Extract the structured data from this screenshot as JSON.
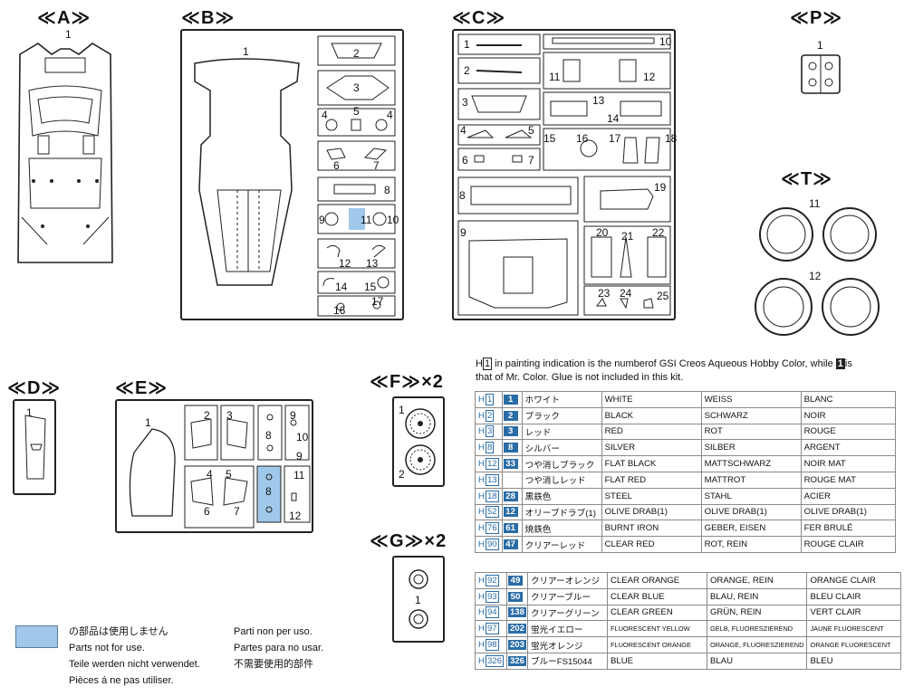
{
  "sprues": {
    "a": {
      "label": "≪A≫",
      "parts": [
        "1"
      ]
    },
    "b": {
      "label": "≪B≫",
      "parts": [
        "1",
        "2",
        "3",
        "4",
        "5",
        "4",
        "6",
        "7",
        "8",
        "9",
        "11",
        "10",
        "12",
        "13",
        "14",
        "15",
        "16",
        "17"
      ]
    },
    "c": {
      "label": "≪C≫",
      "parts": [
        "1",
        "10",
        "2",
        "11",
        "12",
        "3",
        "13",
        "14",
        "4",
        "5",
        "15",
        "16",
        "17",
        "18",
        "6",
        "7",
        "19",
        "8",
        "9",
        "20",
        "21",
        "22",
        "23",
        "24",
        "25"
      ]
    },
    "p": {
      "label": "≪P≫",
      "parts": [
        "1"
      ]
    },
    "t": {
      "label": "≪T≫",
      "parts": [
        "11",
        "12"
      ]
    },
    "d": {
      "label": "≪D≫",
      "parts": [
        "1"
      ]
    },
    "e": {
      "label": "≪E≫",
      "parts": [
        "1",
        "2",
        "3",
        "9",
        "8",
        "10",
        "9",
        "4",
        "5",
        "8",
        "11",
        "6",
        "7",
        "12"
      ]
    },
    "f": {
      "label": "≪F≫×2",
      "parts": [
        "1",
        "2"
      ]
    },
    "g": {
      "label": "≪G≫×2",
      "parts": [
        "1"
      ]
    }
  },
  "color_note": {
    "line1_pre": "H",
    "line1_box": "1",
    "line1_mid": " in painting indication is the numberof GSI Creos Aqueous Hobby Color, while ",
    "line1_box2": "1",
    "line1_post": "is",
    "line2": "that of  Mr. Color. Glue is not included in this kit."
  },
  "color_table_1": [
    {
      "h": "1",
      "m": "1",
      "jp": "ホワイト",
      "en": "WHITE",
      "de": "WEISS",
      "fr": "BLANC"
    },
    {
      "h": "2",
      "m": "2",
      "jp": "ブラック",
      "en": "BLACK",
      "de": "SCHWARZ",
      "fr": "NOIR"
    },
    {
      "h": "3",
      "m": "3",
      "jp": "レッド",
      "en": "RED",
      "de": "ROT",
      "fr": "ROUGE"
    },
    {
      "h": "8",
      "m": "8",
      "jp": "シルバー",
      "en": "SILVER",
      "de": "SILBER",
      "fr": "ARGENT"
    },
    {
      "h": "12",
      "m": "33",
      "jp": "つや消しブラック",
      "en": "FLAT BLACK",
      "de": "MATTSCHWARZ",
      "fr": "NOIR MAT"
    },
    {
      "h": "13",
      "m": "",
      "jp": "つや消しレッド",
      "en": "FLAT RED",
      "de": "MATTROT",
      "fr": "ROUGE MAT"
    },
    {
      "h": "18",
      "m": "28",
      "jp": "黒鉄色",
      "en": "STEEL",
      "de": "STAHL",
      "fr": "ACIER"
    },
    {
      "h": "52",
      "m": "12",
      "jp": "オリーブドラブ(1)",
      "en": "OLIVE DRAB(1)",
      "de": "OLIVE DRAB(1)",
      "fr": "OLIVE DRAB(1)"
    },
    {
      "h": "76",
      "m": "61",
      "jp": "焼鉄色",
      "en": "BURNT IRON",
      "de": "GEBER, EISEN",
      "fr": "FER BRULÉ"
    },
    {
      "h": "90",
      "m": "47",
      "jp": "クリアーレッド",
      "en": "CLEAR RED",
      "de": "ROT, REIN",
      "fr": "ROUGE CLAIR"
    }
  ],
  "color_table_2": [
    {
      "h": "92",
      "m": "49",
      "jp": "クリアーオレンジ",
      "en": "CLEAR ORANGE",
      "de": "ORANGE, REIN",
      "fr": "ORANGE CLAIR"
    },
    {
      "h": "93",
      "m": "50",
      "jp": "クリアーブルー",
      "en": "CLEAR BLUE",
      "de": "BLAU, REIN",
      "fr": "BLEU CLAIR"
    },
    {
      "h": "94",
      "m": "138",
      "jp": "クリアーグリーン",
      "en": "CLEAR GREEN",
      "de": "GRÜN, REIN",
      "fr": "VERT CLAIR"
    },
    {
      "h": "97",
      "m": "202",
      "jp": "蛍光イエロー",
      "en": "FLUORESCENT YELLOW",
      "de": "GELB, FLUORESZIEREND",
      "fr": "JAUNE FLUORESCENT"
    },
    {
      "h": "98",
      "m": "203",
      "jp": "蛍光オレンジ",
      "en": "FLUORESCENT ORANGE",
      "de": "ORANGE, FLUORESZIEREND",
      "fr": "ORANGE FLUORESCENT"
    },
    {
      "h": "326",
      "m": "326",
      "jp": "ブルーFS15044",
      "en": "BLUE",
      "de": "BLAU",
      "fr": "BLEU"
    }
  ],
  "legend": {
    "color": "#9fc8ea",
    "col1": [
      "の部品は使用しません",
      "Parts not for use.",
      "Teile werden nicht verwendet.",
      "Pièces á ne pas utiliser."
    ],
    "col2": [
      "Parti non per uso.",
      "Partes para no usar.",
      "不需要使用的部件"
    ]
  },
  "colors": {
    "line": "#222222",
    "accent": "#2a6ca6",
    "unused_part": "#9fc8ea"
  }
}
